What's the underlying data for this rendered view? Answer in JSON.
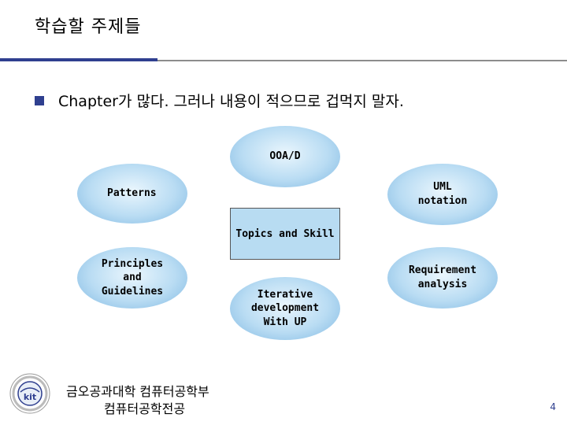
{
  "slide": {
    "title": "학습할 주제들",
    "bullet": "Chapter가 많다. 그러나 내용이 적으므로 겁먹지 말자.",
    "accent_color": "#2f3f8f"
  },
  "diagram": {
    "center": "Topics and Skill",
    "topics": {
      "ooad": "OOA/D",
      "patterns": "Patterns",
      "uml": "UML\nnotation",
      "principles": "Principles\nand\nGuidelines",
      "iterative": "Iterative\ndevelopment\nWith UP",
      "requirement": "Requirement\nanalysis"
    }
  },
  "footer": {
    "line1": "금오공과대학 컴퓨터공학부",
    "line2": "컴퓨터공학전공",
    "page_number": "4",
    "logo_text": "kit"
  }
}
